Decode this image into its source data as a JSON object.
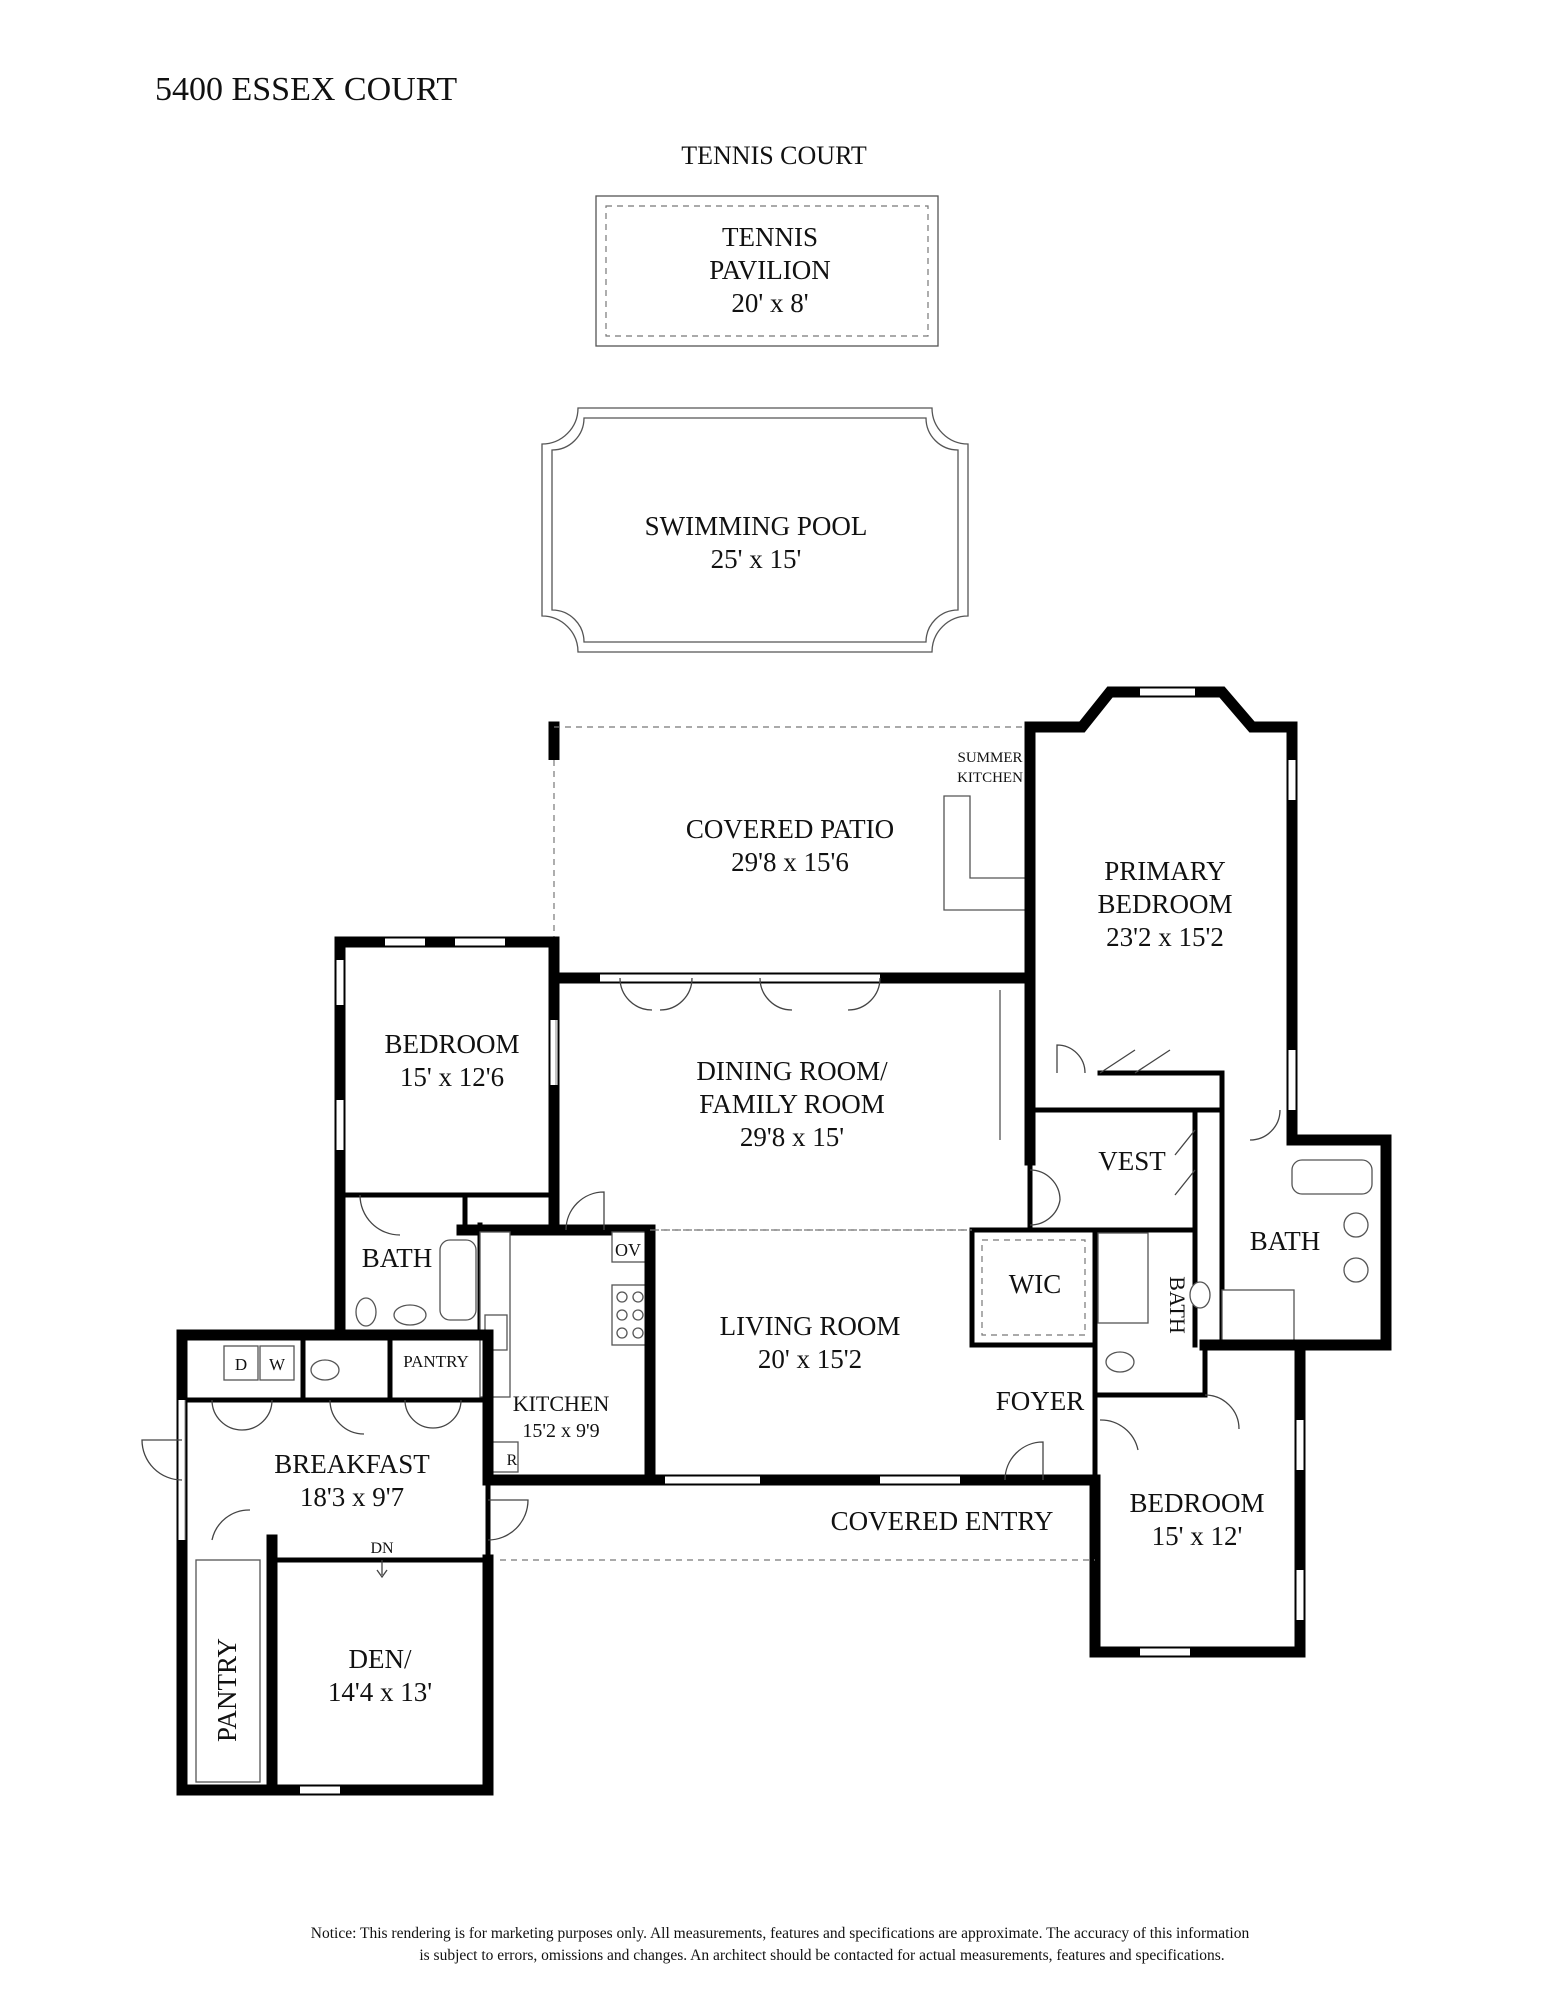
{
  "title": "5400 ESSEX COURT",
  "exterior": {
    "tennis_court": "TENNIS COURT",
    "tennis_pavilion": {
      "line1": "TENNIS",
      "line2": "PAVILION",
      "dims": "20' x 8'"
    },
    "pool": {
      "name": "SWIMMING POOL",
      "dims": "25' x 15'"
    }
  },
  "rooms": {
    "covered_patio": {
      "name": "COVERED PATIO",
      "dims": "29'8 x 15'6"
    },
    "summer_kitchen": {
      "line1": "SUMMER",
      "line2": "KITCHEN"
    },
    "primary_bedroom": {
      "line1": "PRIMARY",
      "line2": "BEDROOM",
      "dims": "23'2 x 15'2"
    },
    "bedroom_west": {
      "name": "BEDROOM",
      "dims": "15' x 12'6"
    },
    "dining_family": {
      "line1": "DINING ROOM/",
      "line2": "FAMILY ROOM",
      "dims": "29'8  x 15'"
    },
    "vest": {
      "name": "VEST"
    },
    "bath_primary": {
      "name": "BATH"
    },
    "wic": {
      "name": "WIC"
    },
    "bath_small": {
      "name": "BATH"
    },
    "bath_west": {
      "name": "BATH"
    },
    "oven": {
      "name": "OV"
    },
    "living_room": {
      "name": "LIVING ROOM",
      "dims": "20' x 15'2"
    },
    "foyer": {
      "name": "FOYER"
    },
    "dryer": {
      "name": "D"
    },
    "washer": {
      "name": "W"
    },
    "pantry_small": {
      "name": "PANTRY"
    },
    "kitchen": {
      "name": "KITCHEN",
      "dims": "15'2 x 9'9"
    },
    "refrigerator": {
      "name": "R"
    },
    "breakfast": {
      "name": "BREAKFAST",
      "dims": "18'3 x 9'7"
    },
    "covered_entry": {
      "name": "COVERED ENTRY"
    },
    "bedroom_east": {
      "name": "BEDROOM",
      "dims": "15' x 12'"
    },
    "stairs_down": {
      "name": "DN"
    },
    "den": {
      "name": "DEN/",
      "dims": "14'4 x 13'"
    },
    "pantry_long": {
      "name": "PANTRY"
    }
  },
  "notice": {
    "line1": "Notice: This rendering is for marketing purposes only. All measurements, features and specifications are approximate. The accuracy of this information",
    "line2": "is subject to errors, omissions and changes. An architect should be contacted for actual measurements, features and specifications."
  }
}
